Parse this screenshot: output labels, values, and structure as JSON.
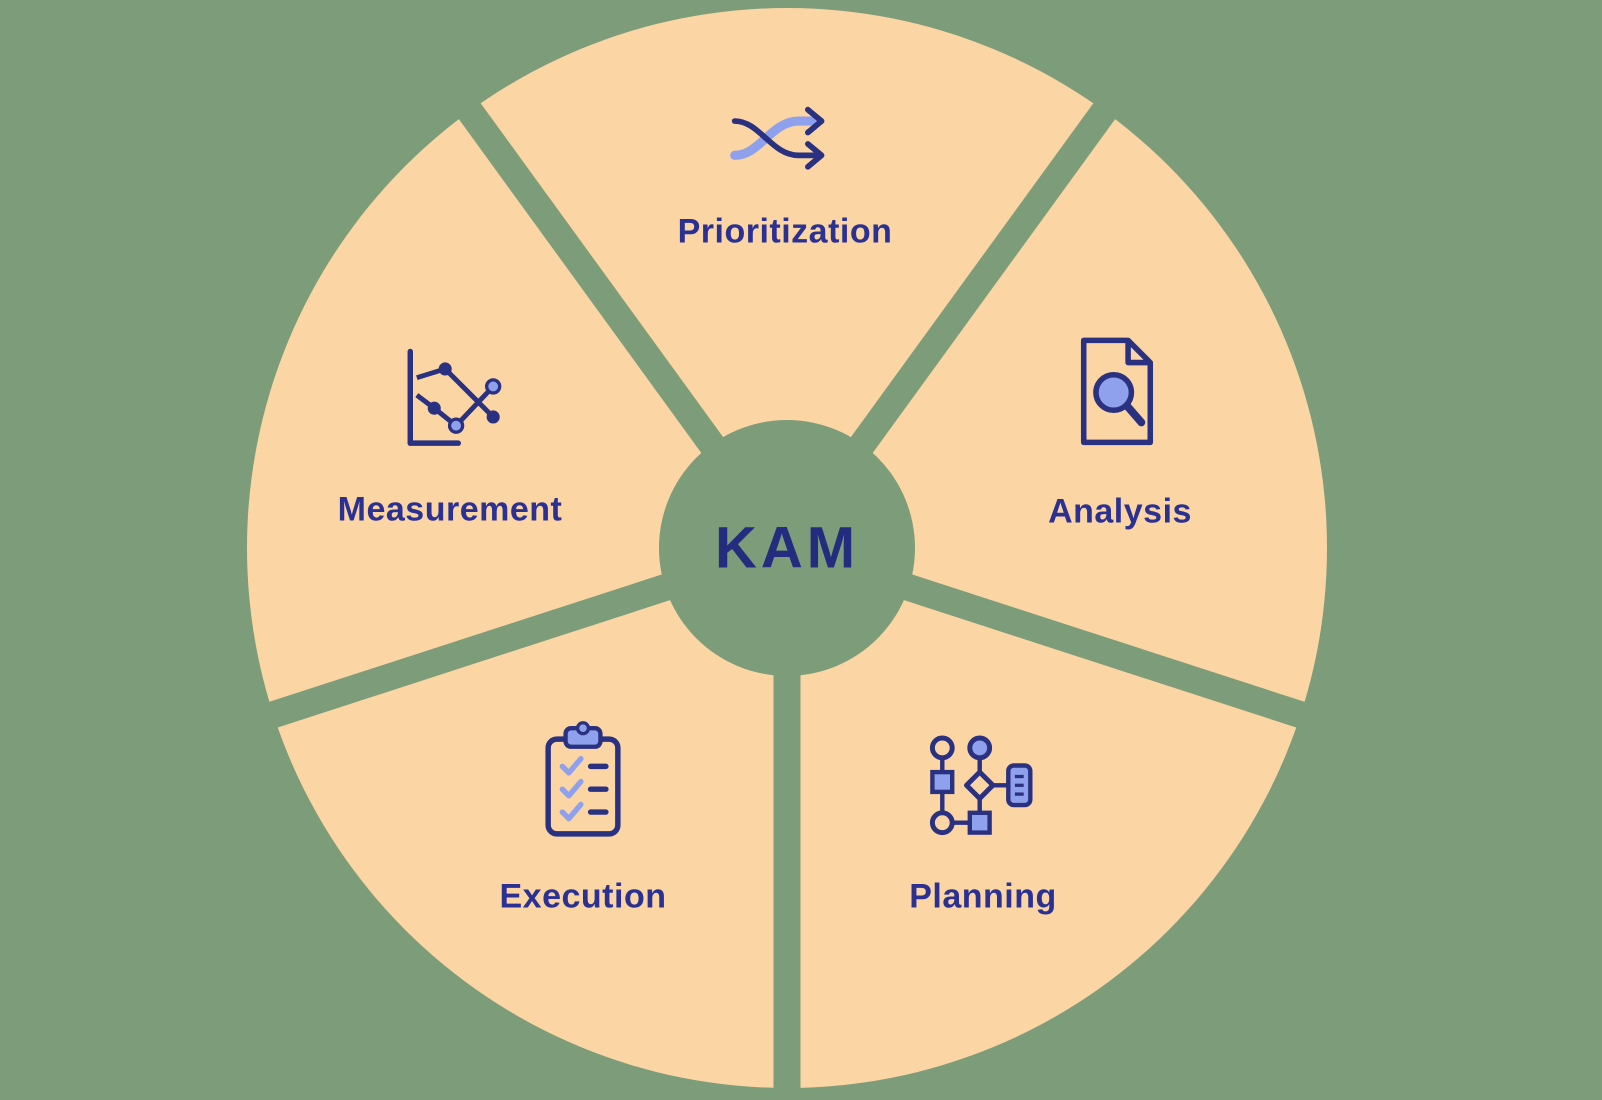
{
  "diagram": {
    "type": "circular-process-wheel",
    "center_label": "KAM",
    "segment_count": 5
  },
  "colors": {
    "background_green": "#7D9C79",
    "wedge_peach": "#FBD6A4",
    "text_navy": "#2B3192",
    "center_navy": "#232C7E",
    "icon_navy": "#2A3180",
    "icon_periwinkle": "#8FA0EC"
  },
  "segments": [
    {
      "id": "prioritization",
      "label": "Prioritization",
      "icon": "shuffle-arrows-icon",
      "position": "top"
    },
    {
      "id": "measurement",
      "label": "Measurement",
      "icon": "line-chart-icon",
      "position": "left"
    },
    {
      "id": "analysis",
      "label": "Analysis",
      "icon": "document-search-icon",
      "position": "right"
    },
    {
      "id": "execution",
      "label": "Execution",
      "icon": "clipboard-checklist-icon",
      "position": "bottom-left"
    },
    {
      "id": "planning",
      "label": "Planning",
      "icon": "flowchart-icon",
      "position": "bottom-right"
    }
  ]
}
